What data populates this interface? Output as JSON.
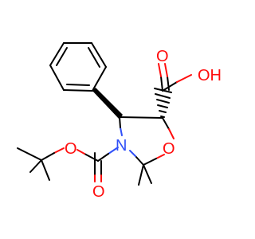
{
  "colors": {
    "carbon": "#000000",
    "oxygen": "#ff0d0d",
    "nitrogen": "#3050f8"
  },
  "atoms": {
    "acid_oh": "OH",
    "acid_carbonyl_o": "O",
    "ring_o": "O",
    "ring_n": "N",
    "boc_ester_o": "O",
    "boc_carbonyl_o": "O"
  }
}
